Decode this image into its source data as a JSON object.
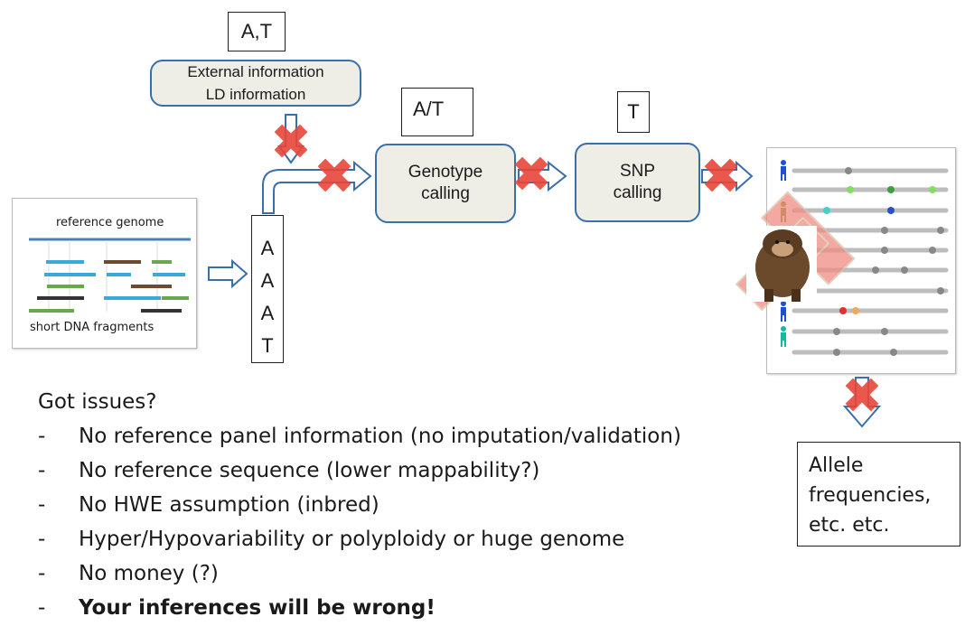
{
  "boxes": {
    "at_top": "A,T",
    "external_line1": "External information",
    "external_line2": "LD information",
    "a_slash_t": "A/T",
    "genotype_line1": "Genotype",
    "genotype_line2": "calling",
    "t_label": "T",
    "snp_line1": "SNP",
    "snp_line2": "calling",
    "reads_column": [
      "A",
      "A",
      "A",
      "T"
    ],
    "allele_lines": [
      "Allele",
      "frequencies,",
      "etc. etc."
    ]
  },
  "reads_panel": {
    "reference_label": "reference genome",
    "fragments_label": "short DNA fragments"
  },
  "issues": {
    "heading": "Got issues?",
    "items": [
      "No reference panel information (no imputation/validation)",
      "No reference sequence (lower mappability?)",
      "No HWE assumption (inbred)",
      "Hyper/Hypovariability or polyploidy or huge genome",
      "No money (?)"
    ],
    "final_item": "Your inferences will be wrong!",
    "bullet": "-"
  },
  "colors": {
    "box_border": "#3b6fa8",
    "box_fill": "#eeeee6",
    "cross": "#e8473a",
    "reference_line": "#4a7fc1"
  }
}
